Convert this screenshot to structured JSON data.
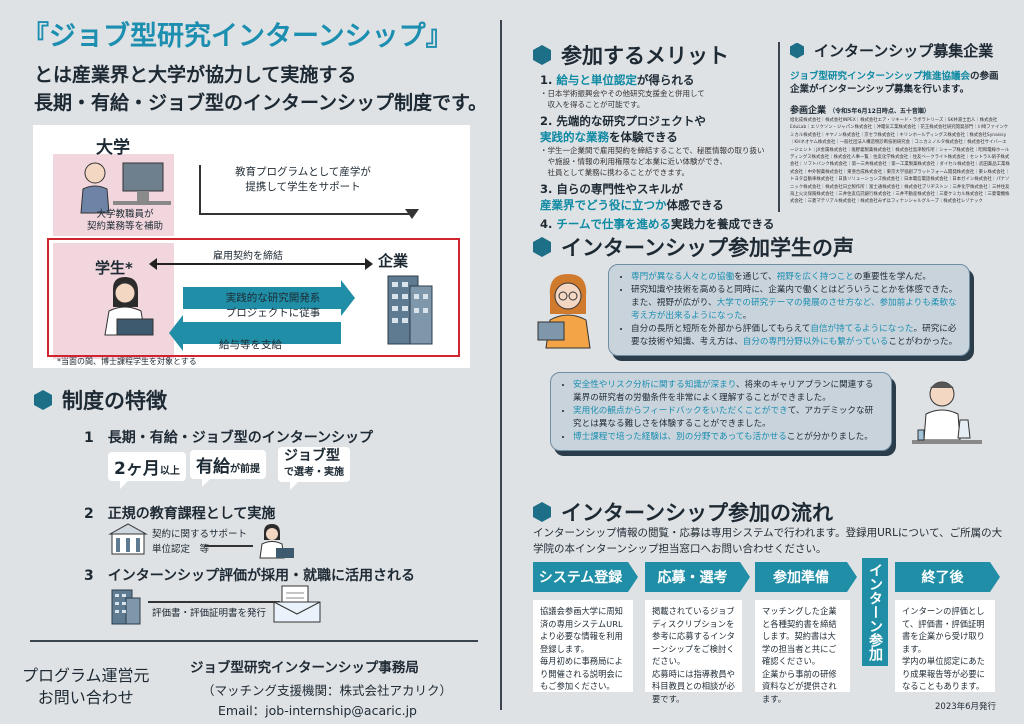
{
  "header": {
    "title": "『ジョブ型研究インターンシップ』",
    "line2": "とは産業界と大学が協力して実施する",
    "line3": "長期・有給・ジョブ型のインターンシップ制度です。"
  },
  "diagram": {
    "university": "大学",
    "staff_label": "大学教職員が\n契約業務等を補助",
    "education_text": "教育プログラムとして産学が\n提携して学生をサポート",
    "student": "学生*",
    "company": "企業",
    "employment": "雇用契約を締結",
    "project": "実践的な研究開発系\nプロジェクトに従事",
    "salary": "給与等を支給",
    "footnote": "*当面の間、博士課程学生を対象とする"
  },
  "features": {
    "title": "制度の特徴",
    "items": [
      {
        "num": "1",
        "text": "長期・有給・ジョブ型のインターンシップ"
      },
      {
        "num": "2",
        "text": "正規の教育課程として実施"
      },
      {
        "num": "3",
        "text": "インターンシップ評価が採用・就職に活用される"
      }
    ],
    "badges": [
      {
        "main": "2ヶ月",
        "sub": "以上"
      },
      {
        "main": "有給",
        "sub": "が前提"
      },
      {
        "main": "ジョブ型",
        "sub": "で選考・実施"
      }
    ],
    "support_text": "契約に関するサポート\n単位認定　等",
    "eval_text": "評価書・評価証明書を発行"
  },
  "contact": {
    "label1": "プログラム運営元",
    "label2": "お問い合わせ",
    "org": "ジョブ型研究インターンシップ事務局",
    "org_sub": "（マッチング支援機関：株式会社アカリク）",
    "email": "Email：job-internship@acaric.jp"
  },
  "merits": {
    "title": "参加するメリット",
    "items": [
      {
        "num": "1.",
        "pre": "",
        "hl": "給与と単位認定",
        "post": "が得られる",
        "sub": "・日本学術振興会やその他研究支援金と併用して\n　収入を得ることが可能です。"
      },
      {
        "num": "2.",
        "pre": "先端的な研究プロジェクトや\n",
        "hl": "実践的な業務",
        "post": "を体験できる",
        "sub": "・学生一企業間で雇用契約を締結することで、秘匿情報の取り扱い\n　や施設・情報の利用権限など本業に近い体験ができ、\n　社員として業務に携わることができます。"
      },
      {
        "num": "3.",
        "pre": "自らの専門性やスキルが\n",
        "hl": "産業界でどう役に立つか",
        "post": "体感できる",
        "sub": ""
      },
      {
        "num": "4.",
        "pre": "",
        "hl": "チームで仕事を進める",
        "post": "実践力を養成できる",
        "sub": ""
      }
    ]
  },
  "companies": {
    "title": "インターンシップ募集企業",
    "intro_hl": "ジョブ型研究インターンシップ推進協議会",
    "intro_rest": "の参画企業がインターンシップ募集を行います。",
    "list_title": "参画企業",
    "list_date": "（令和5年6月12日時点、五十音順）",
    "list": "旭化成株式会社｜株式会社INPEX｜株式会社エア・リキード・ラボラトリーズ｜SK井湯士出人｜株式会社EduLab｜エリクソン・ジャパン株式会社｜沖電気工業株式会社｜花王株式会社研究開発部門｜川崎ファインケミカル株式会社｜キヤノン株式会社｜京セラ株式会社｜キリンホールディングス株式会社｜株式会社Synaissy｜KHネオケム株式会社｜一般社団法人構造物診断技術研究会｜コニカミノルタ株式会社｜株式会社サイバーエージェント｜JX金属株式会社｜塩野義製薬株式会社｜株式会社島津製作所｜シャープ株式会社｜昭和電線ホールディングス株式会社｜株式会社人事一覧｜住友化学株式会社｜住友ベークライト株式会社｜セントラル硝子株式会社｜ソフトバンク株式会社｜第一三共株式会社｜第一工業製薬株式会社｜ダイセル株式会社｜武田薬品工業株式会社｜中外製薬株式会社｜東亜合成株式会社｜東京大学協創プラットフォーム開発株式会社｜東レ株式会社｜トヨタ自動車株式会社｜日鉄ソリューションズ株式会社｜日本電信電話株式会社｜日本ガイシ株式会社｜パナソニック株式会社｜株式会社日立製作所｜富士通株式会社｜株式会社ブリヂストン｜三井化学株式会社｜三井住友海上火災保険株式会社｜三井住友信託銀行株式会社｜三井不動産株式会社｜三菱ケミカル株式会社｜三菱電機株式会社｜三菱マテリアル株式会社｜株式会社みずほフィナンシャルグループ｜株式会社レゾナック"
  },
  "voices": {
    "title": "インターンシップ参加学生の声",
    "box1": [
      {
        "parts": [
          [
            "hl",
            "専門が異なる人々との協働"
          ],
          [
            "n",
            "を通じて、"
          ],
          [
            "hl",
            "視野を広く持つこと"
          ],
          [
            "n",
            "の重要性を学んだ。"
          ]
        ]
      },
      {
        "parts": [
          [
            "n",
            "研究知識や技術を高めると同時に、企業内で働くとはどういうことかを体感できた。また、視野が広がり、"
          ],
          [
            "hl",
            "大学での研究テーマの発展のさせ方など、参加前よりも柔軟な考え方が出来るようになった"
          ],
          [
            "n",
            "。"
          ]
        ]
      },
      {
        "parts": [
          [
            "n",
            "自分の長所と短所を外部から評価してもらえて"
          ],
          [
            "hl",
            "自信が持てるようになった"
          ],
          [
            "n",
            "。研究に必要な技術や知識、考え方は、"
          ],
          [
            "hl",
            "自分の専門分野以外にも繋がっている"
          ],
          [
            "n",
            "ことがわかった。"
          ]
        ]
      }
    ],
    "box2": [
      {
        "parts": [
          [
            "hl",
            "安全性やリスク分析に関する知識が深まり"
          ],
          [
            "n",
            "、将来のキャリアプランに関連する業界の研究者の労働条件を非常によく理解することができました。"
          ]
        ]
      },
      {
        "parts": [
          [
            "hl",
            "実用化の観点からフィードバックをいただくことができ"
          ],
          [
            "n",
            "て、アカデミックな研究とは異なる難しさを体験することができました。"
          ]
        ]
      },
      {
        "parts": [
          [
            "hl",
            "博士課程で培った経験は、別の分野であっても活かせる"
          ],
          [
            "n",
            "ことが分かりました。"
          ]
        ]
      }
    ]
  },
  "flow": {
    "title": "インターンシップ参加の流れ",
    "intro": "インターンシップ情報の閲覧・応募は専用システムで行われます。登録用URLについて、ご所属の大学院の本インターンシップ担当窓口へお問い合わせください。",
    "steps": [
      {
        "head": "システム登録",
        "body": "協議会参画大学に周知済の専用システムURLより必要な情報を利用登録します。\n毎月初めに事務局により開催される説明会にもご参加ください。"
      },
      {
        "head": "応募・選考",
        "body": "掲載されているジョブディスクリプションを参考に応募するインターンシップをご検討ください。\n応募時には指導教員や科目教員との相談が必要です。"
      },
      {
        "head": "参加準備",
        "body": "マッチングした企業と各種契約書を締結します。契約書は大学の担当者と共にご確認ください。\n企業から事前の研修資料などが提供されます。"
      },
      {
        "head": "終了後",
        "body": "インターンの評価として、評価書・評価証明書を企業から受け取ります。\n学内の単位認定にあたり成果報告等が必要になることもあります。"
      }
    ],
    "vertical": "インターン参加",
    "issued": "2023年6月発行"
  }
}
